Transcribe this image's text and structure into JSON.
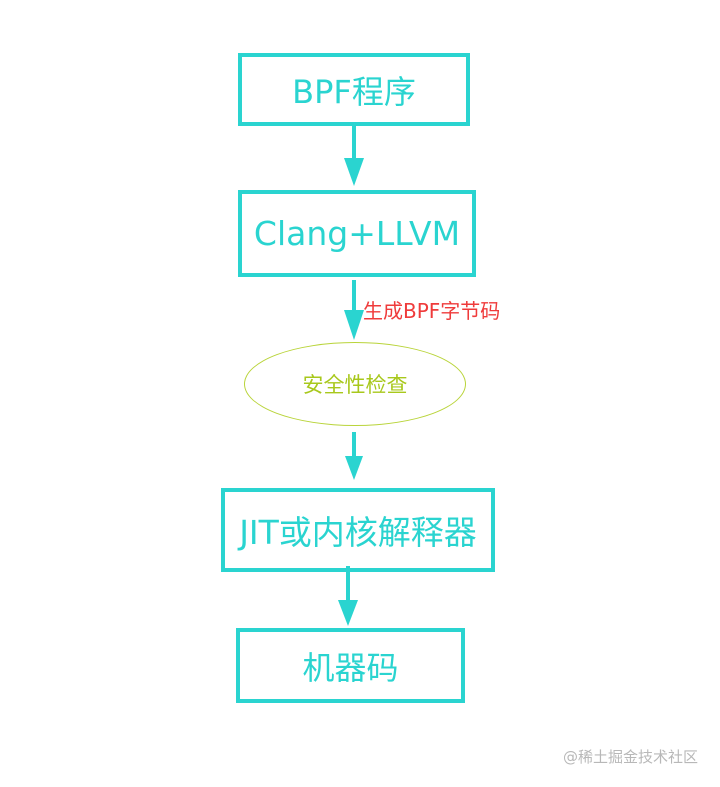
{
  "diagram": {
    "nodes": [
      {
        "id": "bpf-program",
        "label": "BPF程序",
        "shape": "rectangle"
      },
      {
        "id": "clang-llvm",
        "label": "Clang+LLVM",
        "shape": "rectangle"
      },
      {
        "id": "safety-check",
        "label": "安全性检查",
        "shape": "ellipse"
      },
      {
        "id": "jit-interpreter",
        "label": "JIT或内核解释器",
        "shape": "rectangle"
      },
      {
        "id": "machine-code",
        "label": "机器码",
        "shape": "rectangle"
      }
    ],
    "edges": [
      {
        "from": "bpf-program",
        "to": "clang-llvm",
        "label": ""
      },
      {
        "from": "clang-llvm",
        "to": "safety-check",
        "label": "生成BPF字节码"
      },
      {
        "from": "safety-check",
        "to": "jit-interpreter",
        "label": ""
      },
      {
        "from": "jit-interpreter",
        "to": "machine-code",
        "label": ""
      }
    ],
    "colors": {
      "box": "#2ad4d0",
      "ellipse_border": "#b9d43a",
      "ellipse_text": "#a8c81c",
      "edge_label": "#ef3b3b"
    }
  },
  "watermark": "@稀土掘金技术社区"
}
